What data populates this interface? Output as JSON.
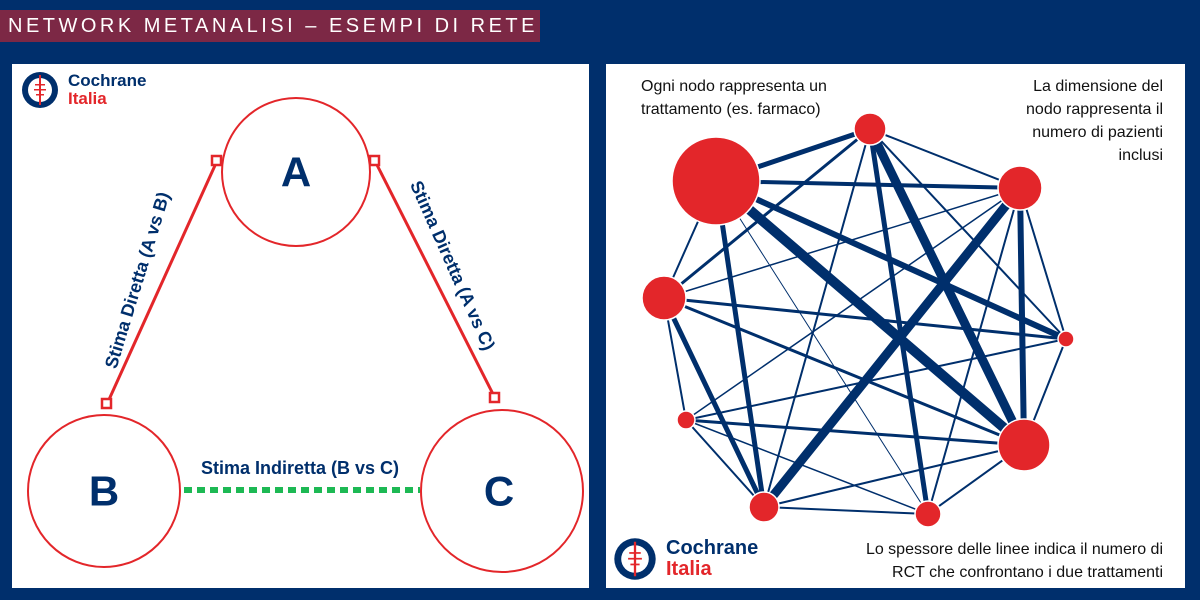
{
  "header": {
    "title": "NETWORK METANALISI – ESEMPI DI RETE"
  },
  "logo": {
    "brand": "Cochrane",
    "sub": "Italia"
  },
  "triangle": {
    "nodes": {
      "a": "A",
      "b": "B",
      "c": "C"
    },
    "edges": {
      "ab": "Stima Diretta (A vs B)",
      "ac": "Stima Diretta (A vs C)",
      "bc": "Stima Indiretta (B vs C)"
    }
  },
  "network": {
    "note_nodes_line1": "Ogni nodo rappresenta un",
    "note_nodes_line2": "trattamento (es. farmaco)",
    "note_size_line1": "La dimensione del",
    "note_size_line2": "nodo  rappresenta il",
    "note_size_line3": "numero di pazienti",
    "note_size_line4": "inclusi",
    "note_edges_line1": "Lo spessore delle linee indica il numero di",
    "note_edges_line2": "RCT che confrontano i due trattamenti"
  },
  "colors": {
    "navy": "#002f6c",
    "red": "#e3262a",
    "green": "#1db954",
    "title_bg": "#7c2845"
  }
}
